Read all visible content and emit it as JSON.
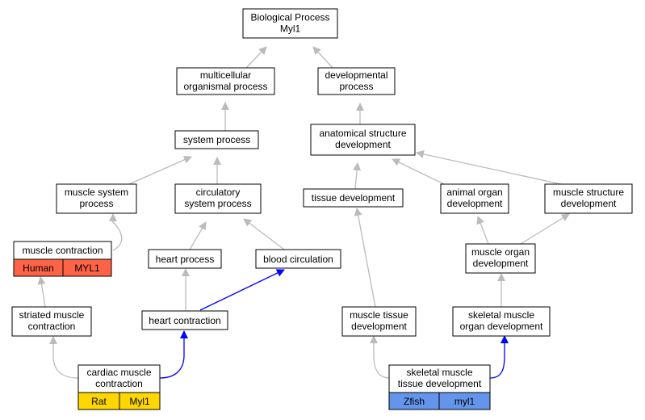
{
  "colors": {
    "edge_default": "#bbbbbb",
    "edge_highlight": "#0000ff",
    "rat": "#ffd700",
    "human": "#ff6347",
    "zfish": "#6495ed"
  },
  "nodes": {
    "root": {
      "lines": [
        "Biological Process",
        "Myl1"
      ]
    },
    "multicellular": {
      "lines": [
        "multicellular",
        "organismal process"
      ]
    },
    "developmental": {
      "lines": [
        "developmental",
        "process"
      ]
    },
    "system_process": {
      "lines": [
        "system process"
      ]
    },
    "anatomical": {
      "lines": [
        "anatomical structure",
        "development"
      ]
    },
    "muscle_system": {
      "lines": [
        "muscle system",
        "process"
      ]
    },
    "circulatory": {
      "lines": [
        "circulatory",
        "system process"
      ]
    },
    "tissue_dev": {
      "lines": [
        "tissue development"
      ]
    },
    "animal_organ": {
      "lines": [
        "animal organ",
        "development"
      ]
    },
    "muscle_structure": {
      "lines": [
        "muscle structure",
        "development"
      ]
    },
    "muscle_contraction": {
      "lines": [
        "muscle contraction"
      ],
      "annotations": [
        "Human",
        "MYL1"
      ]
    },
    "heart_process": {
      "lines": [
        "heart process"
      ]
    },
    "blood_circulation": {
      "lines": [
        "blood circulation"
      ]
    },
    "muscle_organ": {
      "lines": [
        "muscle organ",
        "development"
      ]
    },
    "striated": {
      "lines": [
        "striated muscle",
        "contraction"
      ]
    },
    "heart_contraction": {
      "lines": [
        "heart contraction"
      ]
    },
    "muscle_tissue": {
      "lines": [
        "muscle tissue",
        "development"
      ]
    },
    "skeletal_organ": {
      "lines": [
        "skeletal muscle",
        "organ development"
      ]
    },
    "cardiac": {
      "lines": [
        "cardiac muscle",
        "contraction"
      ],
      "annotations": [
        "Rat",
        "Myl1"
      ]
    },
    "skeletal_tissue": {
      "lines": [
        "skeletal muscle",
        "tissue development"
      ],
      "annotations": [
        "Zfish",
        "myl1"
      ]
    }
  }
}
